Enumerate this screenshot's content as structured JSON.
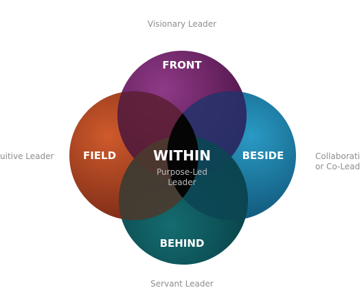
{
  "diagram": {
    "outer_labels": {
      "top": "Visionary Leader",
      "left": "uitive Leader",
      "right_line1": "Collaborati",
      "right_line2": "or Co-Lead",
      "bottom": "Servant Leader"
    },
    "circles": {
      "front": {
        "label": "FRONT",
        "color": "#7a2a6f"
      },
      "field": {
        "label": "FIELD",
        "color": "#b94a25"
      },
      "beside": {
        "label": "BESIDE",
        "color": "#1f89b1"
      },
      "behind": {
        "label": "BEHIND",
        "color": "#0e5a5f"
      }
    },
    "center": {
      "label": "WITHIN",
      "sub_line1": "Purpose-Led",
      "sub_line2": "Leader",
      "color": "#000000"
    }
  }
}
